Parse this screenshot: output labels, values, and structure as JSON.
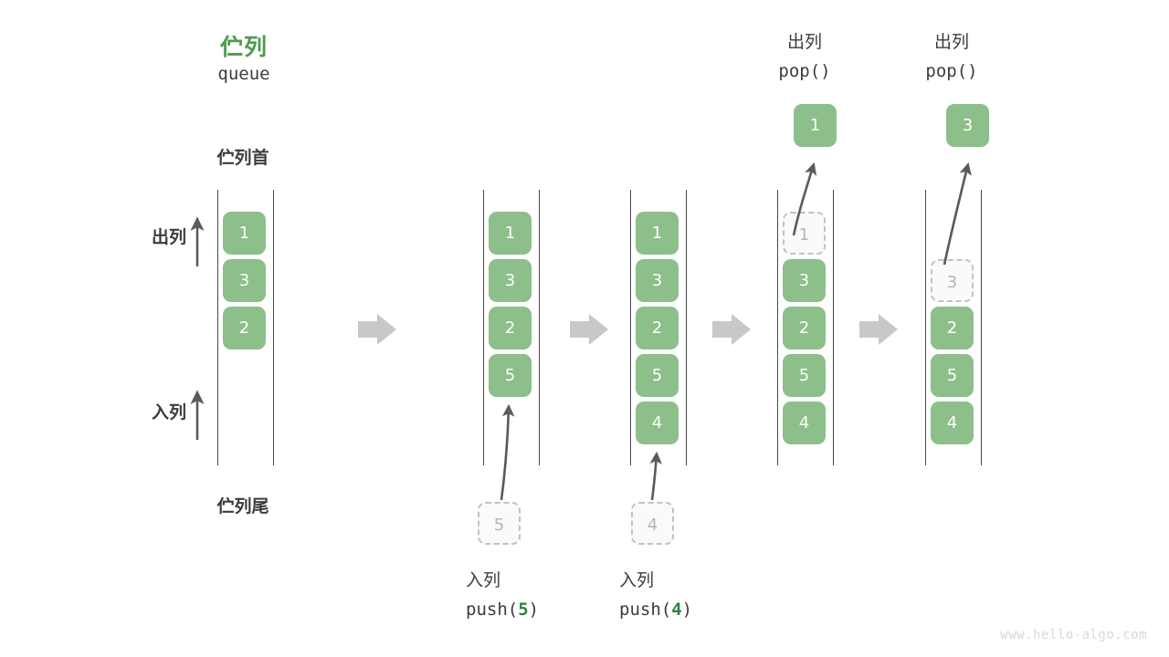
{
  "title": {
    "cn": "伫列",
    "en": "queue",
    "accent_color": "#4f9a52"
  },
  "labels": {
    "head": "伫列首",
    "tail": "伫列尾",
    "dequeue": "出列",
    "enqueue": "入列"
  },
  "colors": {
    "box_fill": "#8cbf8a",
    "box_text": "#ffffff",
    "ghost_fill": "#fafafa",
    "ghost_border": "#c2c2c2",
    "ghost_text": "#b5b5b5",
    "rail": "#4a4a4a",
    "arrow_gray": "#c8c8c8",
    "arrow_dark": "#5a5a5a",
    "accent_green": "#2e8540",
    "text": "#3c3c3c",
    "watermark": "#d8d8d8"
  },
  "steps": [
    {
      "id": "initial",
      "slots": [
        {
          "value": "1",
          "state": "filled"
        },
        {
          "value": "3",
          "state": "filled"
        },
        {
          "value": "2",
          "state": "filled"
        }
      ]
    },
    {
      "id": "push-5",
      "slots": [
        {
          "value": "1",
          "state": "filled"
        },
        {
          "value": "3",
          "state": "filled"
        },
        {
          "value": "2",
          "state": "filled"
        },
        {
          "value": "5",
          "state": "filled"
        }
      ],
      "incoming": {
        "value": "5",
        "state": "ghost"
      },
      "caption": {
        "cn": "入列",
        "fn": "push(",
        "arg": "5",
        "close": ")"
      }
    },
    {
      "id": "push-4",
      "slots": [
        {
          "value": "1",
          "state": "filled"
        },
        {
          "value": "3",
          "state": "filled"
        },
        {
          "value": "2",
          "state": "filled"
        },
        {
          "value": "5",
          "state": "filled"
        },
        {
          "value": "4",
          "state": "filled"
        }
      ],
      "incoming": {
        "value": "4",
        "state": "ghost"
      },
      "caption": {
        "cn": "入列",
        "fn": "push(",
        "arg": "4",
        "close": ")"
      }
    },
    {
      "id": "pop-1",
      "slots": [
        {
          "value": "1",
          "state": "ghost"
        },
        {
          "value": "3",
          "state": "filled"
        },
        {
          "value": "2",
          "state": "filled"
        },
        {
          "value": "5",
          "state": "filled"
        },
        {
          "value": "4",
          "state": "filled"
        }
      ],
      "outgoing": {
        "value": "1",
        "state": "filled"
      },
      "caption": {
        "cn": "出列",
        "fn": "pop()"
      }
    },
    {
      "id": "pop-3",
      "slots": [
        {
          "value": "3",
          "state": "ghost"
        },
        {
          "value": "2",
          "state": "filled"
        },
        {
          "value": "5",
          "state": "filled"
        },
        {
          "value": "4",
          "state": "filled"
        }
      ],
      "outgoing": {
        "value": "3",
        "state": "filled"
      },
      "caption": {
        "cn": "出列",
        "fn": "pop()"
      }
    }
  ],
  "flow_arrows": 4,
  "watermark": "www.hello-algo.com"
}
